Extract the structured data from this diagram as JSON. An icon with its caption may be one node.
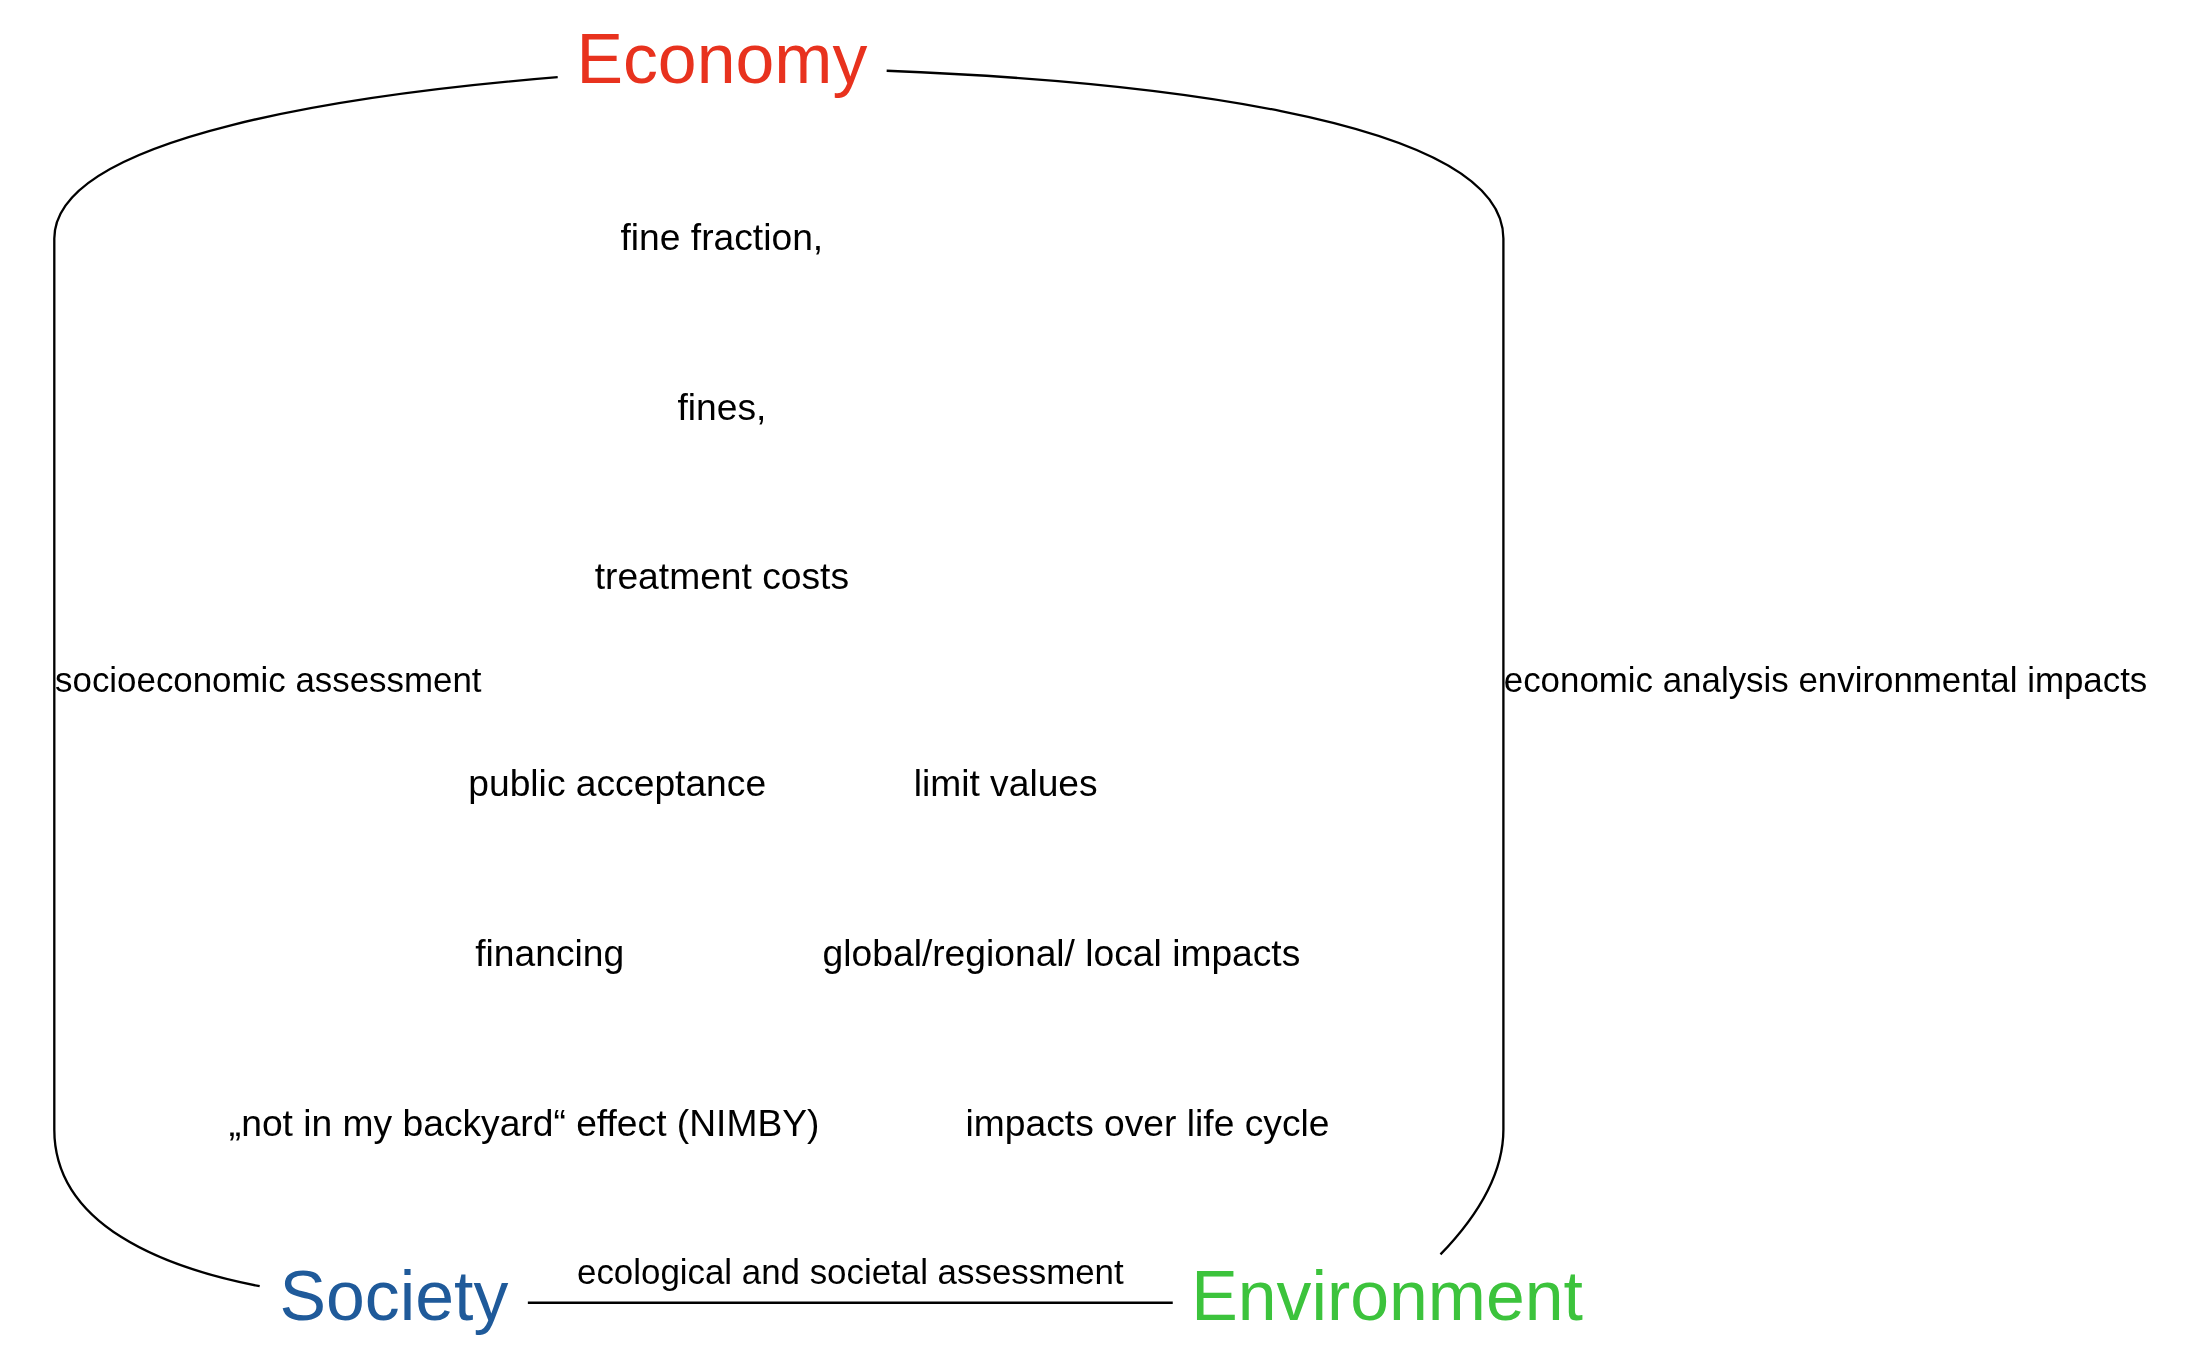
{
  "diagram": {
    "nodes": [
      {
        "text": [
          "Economy"
        ]
      },
      {
        "text": [
          "Society"
        ]
      },
      {
        "text": [
          "Environment"
        ]
      }
    ],
    "edges": [
      {
        "from": 0,
        "to": 1,
        "arrow": "none",
        "label": "socioeconomic assessment"
      },
      {
        "from": 0,
        "to": 2,
        "arrow": "none",
        "label": "economic analysis environmental impacts"
      },
      {
        "from": 1,
        "to": 2,
        "arrow": "none",
        "label": "ecological and societal assessment"
      }
    ],
    "labels": [
      "fine fraction,",
      "fines,",
      "treatment costs",
      "public acceptance",
      "financing",
      "„not in my backyard“ effect (NIMBY)",
      "limit values",
      "global/regional/ local impacts",
      "impacts over life cycle"
    ]
  }
}
